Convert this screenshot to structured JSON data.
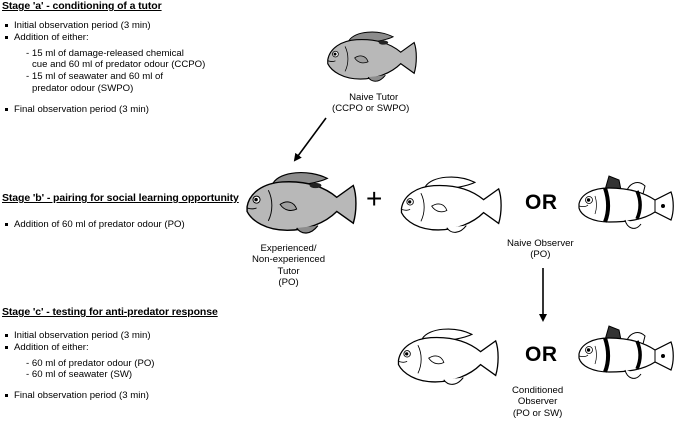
{
  "stage_a": {
    "title": "Stage 'a' - conditioning of a tutor",
    "b1": "Initial observation period (3 min)",
    "b2": "Addition of either:",
    "s1_l1": "- 15 ml of damage-released chemical",
    "s1_l2": "cue and 60 ml of predator odour (CCPO)",
    "s2_l1": "- 15 ml of seawater and 60 ml of",
    "s2_l2": "predator odour (SWPO)",
    "b3": "Final observation period (3 min)"
  },
  "stage_b": {
    "title": "Stage 'b' - pairing for social learning opportunity",
    "b1": "Addition of 60 ml of predator odour (PO)"
  },
  "stage_c": {
    "title": "Stage 'c' - testing for anti-predator response",
    "b1": "Initial observation period (3 min)",
    "b2": "Addition of either:",
    "s1": "- 60 ml of predator odour (PO)",
    "s2": "- 60 ml of seawater (SW)",
    "b3": "Final observation period (3 min)"
  },
  "captions": {
    "naive_tutor_l1": "Naive Tutor",
    "naive_tutor_l2": "(CCPO or SWPO)",
    "exp_tutor_l1": "Experienced/",
    "exp_tutor_l2": "Non-experienced",
    "exp_tutor_l3": "Tutor",
    "exp_tutor_l4": "(PO)",
    "naive_obs_l1": "Naive Observer",
    "naive_obs_l2": "(PO)",
    "cond_obs_l1": "Conditioned",
    "cond_obs_l2": "Observer",
    "cond_obs_l3": "(PO or SW)"
  },
  "symbols": {
    "plus": "+",
    "or1": "OR",
    "or2": "OR"
  },
  "colors": {
    "tutor_fish_fill": "#b8b8b8",
    "tutor_fish_fin": "#8c8c8c",
    "observer_fish_fill": "#ffffff",
    "stroke": "#000000"
  },
  "icons": {
    "damselfish": "damselfish-icon",
    "cardinalfish": "cardinalfish-icon",
    "arrow": "arrow-down-icon"
  }
}
